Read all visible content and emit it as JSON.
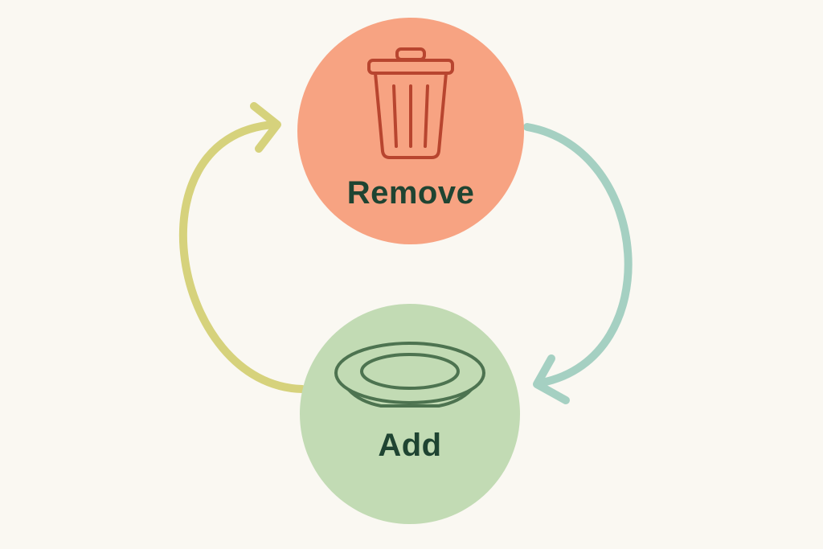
{
  "diagram": {
    "background": "#FAF8F2",
    "text_color": "#1F4432",
    "nodes": [
      {
        "id": "remove",
        "label": "Remove",
        "icon": "trash-can-icon",
        "fill": "#F7A382",
        "icon_color": "#B8452F"
      },
      {
        "id": "add",
        "label": "Add",
        "icon": "plate-icon",
        "fill": "#C2DBB4",
        "icon_color": "#4D7350"
      }
    ],
    "arrows": [
      {
        "from": "add",
        "to": "remove",
        "side": "left",
        "color": "#D6D27C"
      },
      {
        "from": "remove",
        "to": "add",
        "side": "right",
        "color": "#A5D0C2"
      }
    ]
  }
}
